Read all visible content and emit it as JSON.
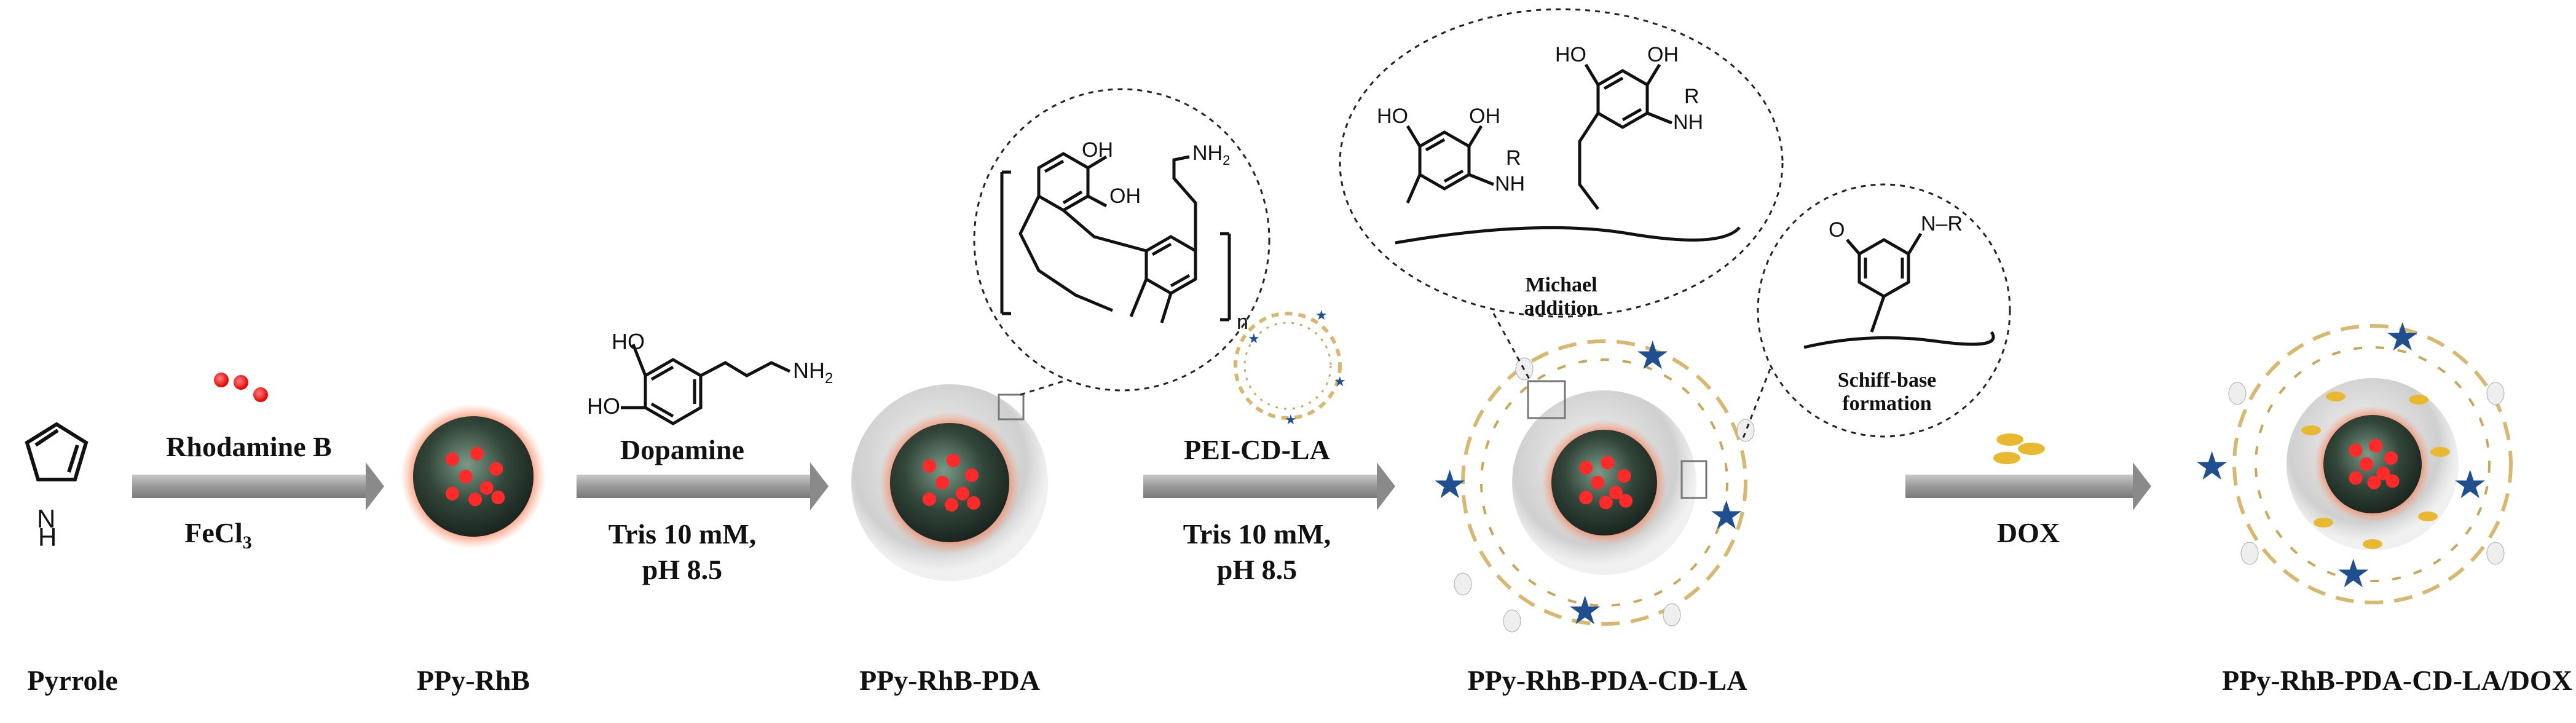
{
  "compounds": {
    "pyrrole": "Pyrrole",
    "ppy_rhb": "PPy-RhB",
    "ppy_rhb_pda": "PPy-RhB-PDA",
    "ppy_rhb_pda_cd_la": "PPy-RhB-PDA-CD-LA",
    "final": "PPy-RhB-PDA-CD-LA/DOX"
  },
  "steps": {
    "step1": {
      "top": "Rhodamine B",
      "bottom_main": "FeCl",
      "bottom_sub": "3"
    },
    "step2": {
      "top": "Dopamine",
      "bottom_line1": "Tris 10 mM,",
      "bottom_line2": "pH 8.5"
    },
    "step3": {
      "top": "PEI-CD-LA",
      "bottom_line1": "Tris 10 mM,",
      "bottom_line2": "pH 8.5"
    },
    "step4": {
      "top": "DOX"
    }
  },
  "annotations": {
    "michael_line1": "Michael",
    "michael_line2": "addition",
    "schiff_line1": "Schiff-base",
    "schiff_line2": "formation"
  },
  "chem_text": {
    "pyrrole_h": "H",
    "pyrrole_n": "N",
    "dopamine_ho1": "HO",
    "dopamine_ho2": "HO",
    "dopamine_nh2": "NH",
    "dopamine_nh2_sub": "2",
    "pda_oh1": "OH",
    "pda_oh2": "OH",
    "pda_nh2": "NH",
    "pda_nh2_sub": "2",
    "pda_n": "n",
    "m_ho1": "HO",
    "m_oh1": "OH",
    "m_nh1": "NH",
    "m_r1": "R",
    "m_ho2": "HO",
    "m_oh2": "OH",
    "m_nh2": "NH",
    "m_r2": "R",
    "s_o": "O",
    "s_nr": "N–R"
  },
  "colors": {
    "arrow": "#9a9a9a",
    "core_dark": "#2a3a2c",
    "dots": "#ff2a2a",
    "glow": "#ff5a2a",
    "shell": "#d8d8d8",
    "star": "#1f4f8f",
    "fiber": "#d8b871"
  }
}
